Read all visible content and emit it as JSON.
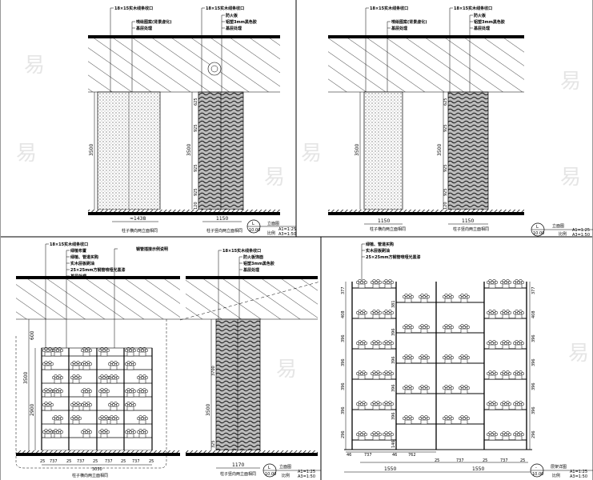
{
  "watermark": "易",
  "panels": {
    "top_left": {
      "labels_left": [
        "18×15实木线条收口",
        "喷绘图案(背景虚化)",
        "基层处理"
      ],
      "labels_right": [
        "18×15实木线条收口",
        "防火板",
        "铝塑3mm黑色胶",
        "基层处理"
      ],
      "vertical_total": "3500",
      "vertical_segments": [
        "120",
        "925",
        "925",
        "925",
        "625"
      ],
      "width_left": "≈1438",
      "width_right": "1150",
      "caption_left": "柱子横向两立面相同",
      "caption_right": "柱子竖向两立面相同",
      "title": "立面图",
      "scale_label": "比例",
      "scale_a1": "A1=1:25",
      "scale_a3": "A3=1:50",
      "tag_top": "L",
      "tag_bottom": "10.00"
    },
    "top_right": {
      "labels_left": [
        "18×15实木线条收口",
        "喷绘图案(背景虚化)",
        "基层处理"
      ],
      "labels_right": [
        "18×15实木线条收口",
        "防火板",
        "铝塑3mm黑色胶",
        "基层处理"
      ],
      "vertical_total": "3500",
      "vertical_segments": [
        "120",
        "925",
        "925",
        "925",
        "625"
      ],
      "width_left": "1150",
      "width_right": "1150",
      "caption_left": "柱子横向两立面相同",
      "caption_right": "柱子竖向两立面相同",
      "title": "立面图",
      "scale_label": "比例",
      "scale_a1": "A1=1:25",
      "scale_a3": "A3=1:50",
      "tag_top": "L",
      "tag_bottom": "10.00"
    },
    "bottom_left": {
      "labels_left": [
        "18×15实木线条收口",
        "绿植布置",
        "绿植、管道买购",
        "实木层板刷油",
        "25×25mm方钢管喷哑光黑漆",
        "基层处理"
      ],
      "label_mid": "钢管插接示例说明",
      "labels_right": [
        "18×15实木线条收口",
        "防火板饰面",
        "铝塑3mm黑色胶",
        "基层处理"
      ],
      "vertical_total": "3500",
      "vertical_mid": "2900",
      "vertical_top": "600",
      "vertical_right": "3700",
      "vertical_right_bottom": "325",
      "bottom_dims": [
        "25",
        "737",
        "25",
        "737",
        "25",
        "737",
        "25",
        "737",
        "25"
      ],
      "total_width": "3050",
      "width_right": "1170",
      "caption_left": "柱子横向两立面相同",
      "caption_right": "柱子竖向两立面相同",
      "title": "立面图",
      "scale_label": "比例",
      "scale_a1": "A1=1:25",
      "scale_a3": "A3=1:50",
      "tag_top": "L",
      "tag_bottom": "10.00"
    },
    "bottom_right": {
      "labels": [
        "绿植、管道买购",
        "实木层板刷油",
        "25×25mm方钢管喷哑光黑漆"
      ],
      "vertical_dims": [
        "377",
        "408",
        "396",
        "396",
        "396",
        "396",
        "296"
      ],
      "vertical_dims_right": [
        "377",
        "408",
        "396",
        "396",
        "396",
        "396",
        "296"
      ],
      "mid_dims": [
        "381",
        "396",
        "396",
        "396",
        "396",
        "146"
      ],
      "dims_row1": [
        "46",
        "737",
        "46",
        "762"
      ],
      "dims_row2": [
        "25",
        "737",
        "25",
        "737",
        "25"
      ],
      "dims_total": [
        "1550",
        "1550"
      ],
      "title": "层架详图",
      "scale_label": "比例",
      "scale_a1": "A1=1:25",
      "scale_a3": "A3=1:50",
      "tag_top": "-",
      "tag_bottom": "10.00"
    }
  }
}
